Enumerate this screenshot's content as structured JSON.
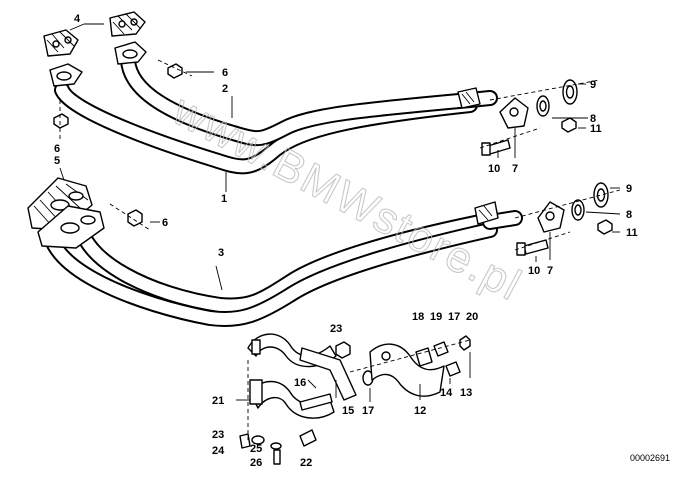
{
  "watermark": "www.BMWstore.pl",
  "catalog_number": "00002691",
  "callouts": {
    "c1": "1",
    "c2": "2",
    "c3": "3",
    "c4": "4",
    "c5": "5",
    "c6a": "6",
    "c6b": "6",
    "c6c": "6",
    "c7a": "7",
    "c7b": "7",
    "c8a": "8",
    "c8b": "8",
    "c9a": "9",
    "c9b": "9",
    "c10a": "10",
    "c10b": "10",
    "c11a": "11",
    "c11b": "11",
    "c12": "12",
    "c13": "13",
    "c14": "14",
    "c15": "15",
    "c16": "16",
    "c17a": "17",
    "c17b": "17",
    "c18": "18",
    "c19": "19",
    "c20": "20",
    "c21": "21",
    "c22": "22",
    "c23a": "23",
    "c23b": "23",
    "c24": "24",
    "c25": "25",
    "c26": "26"
  }
}
